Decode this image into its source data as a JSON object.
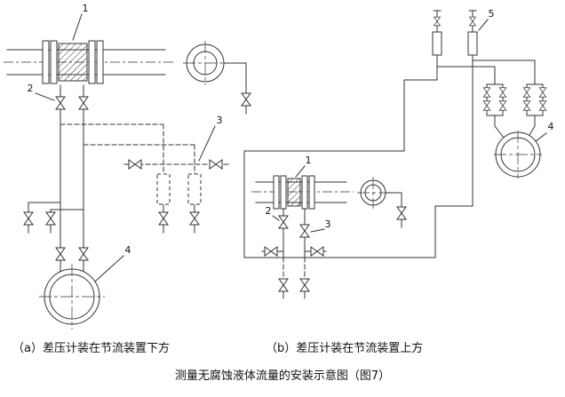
{
  "captions": {
    "a": "（a）差压计装在节流装置下方",
    "b": "（b）差压计装在节流装置上方",
    "title": "测量无腐蚀液体流量的安装示意图（图7）"
  },
  "labels": {
    "a1": "1",
    "a2": "2",
    "a3": "3",
    "a4": "4",
    "b1": "1",
    "b2": "2",
    "b3": "3",
    "b4": "4",
    "b5": "5"
  },
  "colors": {
    "line": "#333333",
    "background": "#ffffff"
  }
}
